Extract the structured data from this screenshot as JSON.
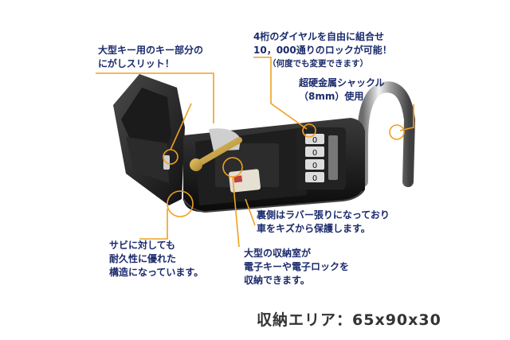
{
  "callouts": {
    "slit": {
      "lines": [
        "大型キー用のキー部分の",
        "にがしスリット！"
      ]
    },
    "dial": {
      "lines": [
        "4桁のダイヤルを自由に組合せ",
        "10，000通りのロックが可能！"
      ],
      "note": "（何度でも変更できます）"
    },
    "shackle": {
      "lines": [
        "超硬金属シャックル",
        "（8mm）使用"
      ]
    },
    "rubber": {
      "lines": [
        "裏側はラバー張りになっており",
        "車をキズから保護します。"
      ]
    },
    "rust": {
      "lines": [
        "サビに対しても",
        "耐久性に優れた",
        "構造になっています。"
      ]
    },
    "storage": {
      "lines": [
        "大型の収納室が",
        "電子キーや電子ロックを",
        "収納できます。"
      ]
    }
  },
  "footer": {
    "storage_area": "収納エリア：65x90x30"
  },
  "colors": {
    "callout_line": "#f0a020",
    "text": "#1a2a6c"
  }
}
